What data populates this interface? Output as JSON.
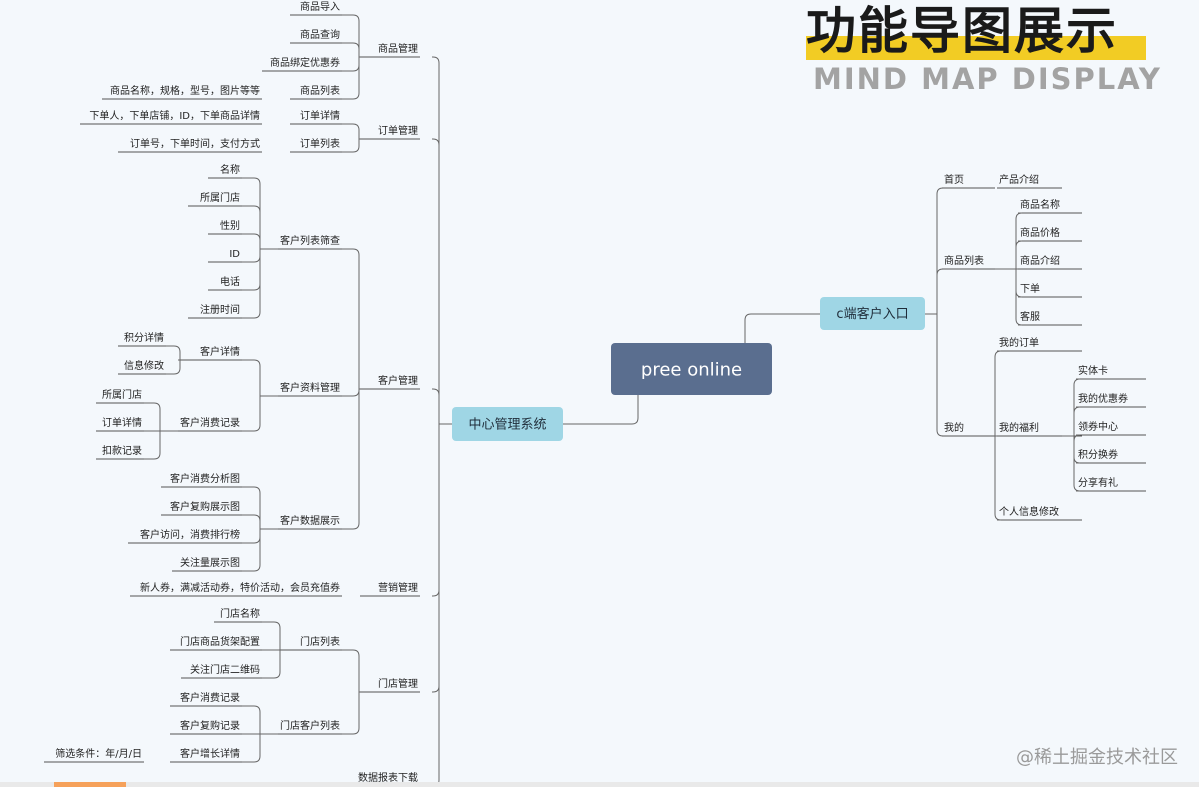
{
  "header": {
    "title_cn": "功能导图展示",
    "title_en": "MIND MAP DISPLAY"
  },
  "watermark": "@稀土掘金技术社区",
  "colors": {
    "root": "#5a6e8f",
    "branch": "#9fd6e5",
    "line": "#666666",
    "accent_bar": "#f2cc24"
  },
  "mindmap": {
    "root": "pree online",
    "main": {
      "label": "中心管理系统",
      "groups": [
        {
          "label": "商品管理",
          "children": [
            {
              "label": "商品导入"
            },
            {
              "label": "商品查询"
            },
            {
              "label": "商品绑定优惠券"
            },
            {
              "label": "商品列表",
              "children": [
                {
                  "label": "商品名称，规格，型号，图片等等"
                }
              ]
            }
          ]
        },
        {
          "label": "订单管理",
          "children": [
            {
              "label": "订单详情",
              "children": [
                {
                  "label": "下单人，下单店铺，ID，下单商品详情"
                }
              ]
            },
            {
              "label": "订单列表",
              "children": [
                {
                  "label": "订单号，下单时间，支付方式"
                }
              ]
            }
          ]
        },
        {
          "label": "客户管理",
          "children": [
            {
              "label": "客户列表筛查",
              "children": [
                {
                  "label": "名称"
                },
                {
                  "label": "所属门店"
                },
                {
                  "label": "性别"
                },
                {
                  "label": "ID"
                },
                {
                  "label": "电话"
                },
                {
                  "label": "注册时间"
                }
              ]
            },
            {
              "label": "客户资料管理",
              "children": [
                {
                  "label": "客户详情",
                  "children": [
                    {
                      "label": "积分详情"
                    },
                    {
                      "label": "信息修改"
                    }
                  ]
                },
                {
                  "label": "客户消费记录",
                  "children": [
                    {
                      "label": "所属门店"
                    },
                    {
                      "label": "订单详情"
                    },
                    {
                      "label": "扣款记录"
                    }
                  ]
                }
              ]
            },
            {
              "label": "客户数据展示",
              "children": [
                {
                  "label": "客户消费分析图"
                },
                {
                  "label": "客户复购展示图"
                },
                {
                  "label": "客户访问，消费排行榜"
                },
                {
                  "label": "关注量展示图"
                }
              ]
            }
          ]
        },
        {
          "label": "营销管理",
          "children": [
            {
              "label": "新人券，满减活动券，特价活动，会员充值券"
            }
          ]
        },
        {
          "label": "门店管理",
          "children": [
            {
              "label": "门店列表",
              "children": [
                {
                  "label": "门店名称"
                },
                {
                  "label": "门店商品货架配置"
                },
                {
                  "label": "关注门店二维码"
                }
              ]
            },
            {
              "label": "门店客户列表",
              "children": [
                {
                  "label": "客户消费记录"
                },
                {
                  "label": "客户复购记录"
                },
                {
                  "label": "客户增长详情",
                  "children": [
                    {
                      "label": "筛选条件：年/月/日"
                    }
                  ]
                }
              ]
            }
          ]
        },
        {
          "label": "数据报表下载"
        }
      ]
    },
    "client": {
      "label": "c端客户入口",
      "groups": [
        {
          "label": "首页",
          "children": [
            {
              "label": "产品介绍"
            }
          ]
        },
        {
          "label": "商品列表",
          "children": [
            {
              "label": "商品名称"
            },
            {
              "label": "商品价格"
            },
            {
              "label": "商品介绍"
            },
            {
              "label": "下单"
            },
            {
              "label": "客服"
            }
          ]
        },
        {
          "label": "我的",
          "children": [
            {
              "label": "我的订单"
            },
            {
              "label": "我的福利",
              "children": [
                {
                  "label": "实体卡"
                },
                {
                  "label": "我的优惠券"
                },
                {
                  "label": "领券中心"
                },
                {
                  "label": "积分换券"
                },
                {
                  "label": "分享有礼"
                }
              ]
            },
            {
              "label": "个人信息修改"
            }
          ]
        }
      ]
    }
  }
}
